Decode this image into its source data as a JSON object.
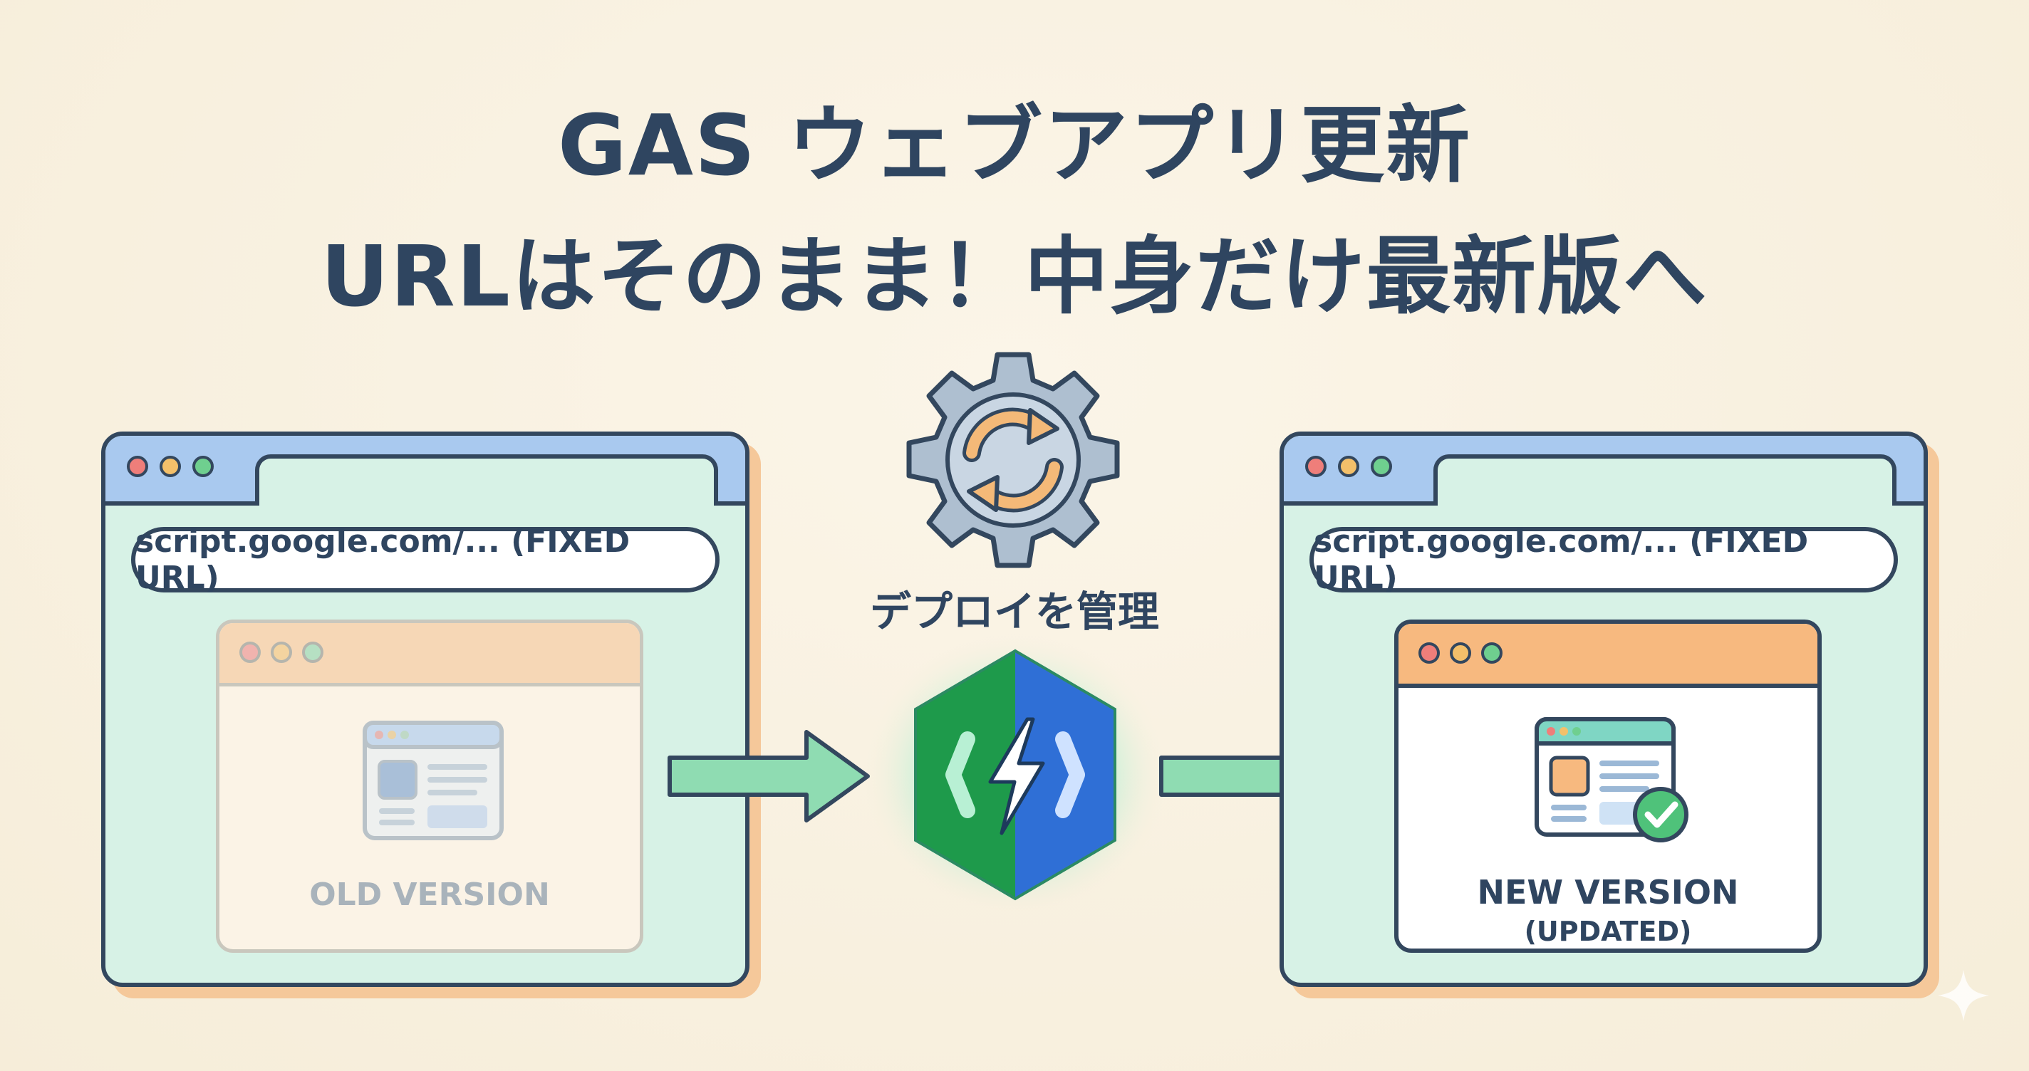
{
  "title": {
    "line1": "GAS ウェブアプリ更新",
    "line2": "URLはそのまま！中身だけ最新版へ"
  },
  "left_browser": {
    "url": "script.google.com/... (FIXED URL)",
    "inner_label": "OLD VERSION"
  },
  "center": {
    "gear_label": "デプロイを管理",
    "gear_icon": "gear-sync-icon",
    "logo_icon": "apps-script-logo"
  },
  "right_browser": {
    "url": "script.google.com/... (FIXED URL)",
    "inner_label": "NEW VERSION",
    "inner_sublabel": "(UPDATED)"
  },
  "colors": {
    "title": "#2f4560",
    "outline": "#33475e",
    "titlebar": "#a9c9ef",
    "browser_fill": "#d7f2e6",
    "arrow": "#8fdcb2",
    "accent_orange": "#f7b97f",
    "check_green": "#4fc27a",
    "gas_green": "#1e9a4b",
    "gas_blue": "#2f6fd6"
  }
}
